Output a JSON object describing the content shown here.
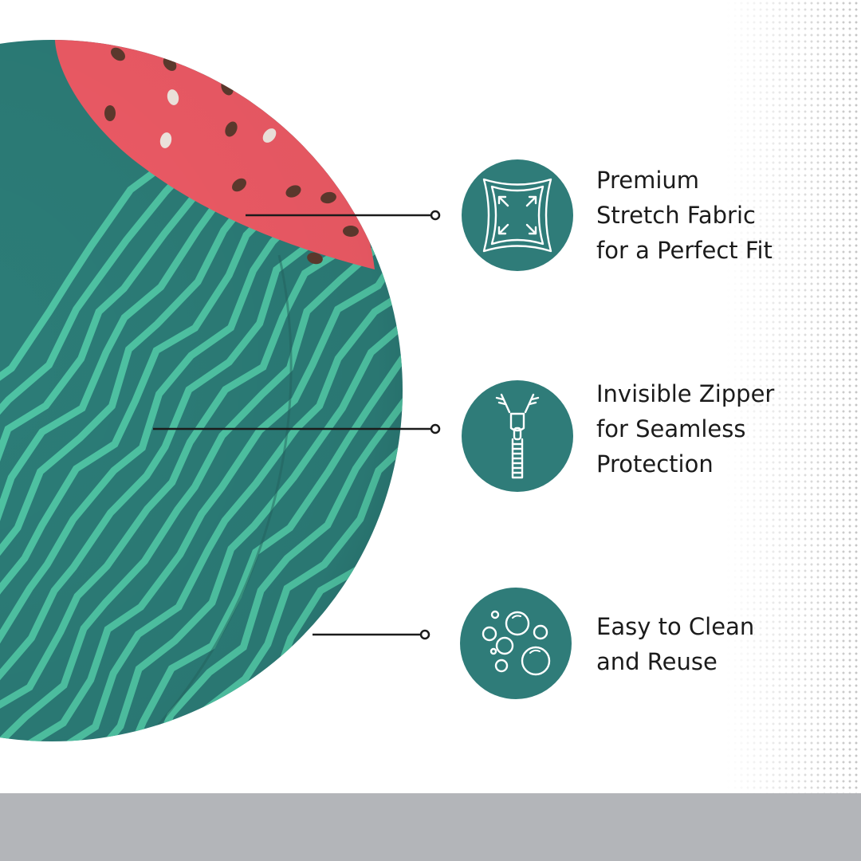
{
  "colors": {
    "background": "#ffffff",
    "icon_circle": "#2f7c79",
    "ball_rind": "#2c7d78",
    "ball_stripe": "#4fc4a4",
    "ball_flesh": "#ef5b66",
    "seed": "#5e3a2e",
    "floor": "#b3b5b9"
  },
  "product": {
    "pattern": "watermelon-exercise-ball-cover"
  },
  "features": [
    {
      "icon": "stretch-fabric-icon",
      "lines": [
        "Premium",
        "Stretch Fabric",
        "for a Perfect Fit"
      ]
    },
    {
      "icon": "zipper-icon",
      "lines": [
        "Invisible Zipper",
        "for Seamless",
        "Protection"
      ]
    },
    {
      "icon": "bubbles-icon",
      "lines": [
        "Easy to Clean",
        "and Reuse"
      ]
    }
  ]
}
